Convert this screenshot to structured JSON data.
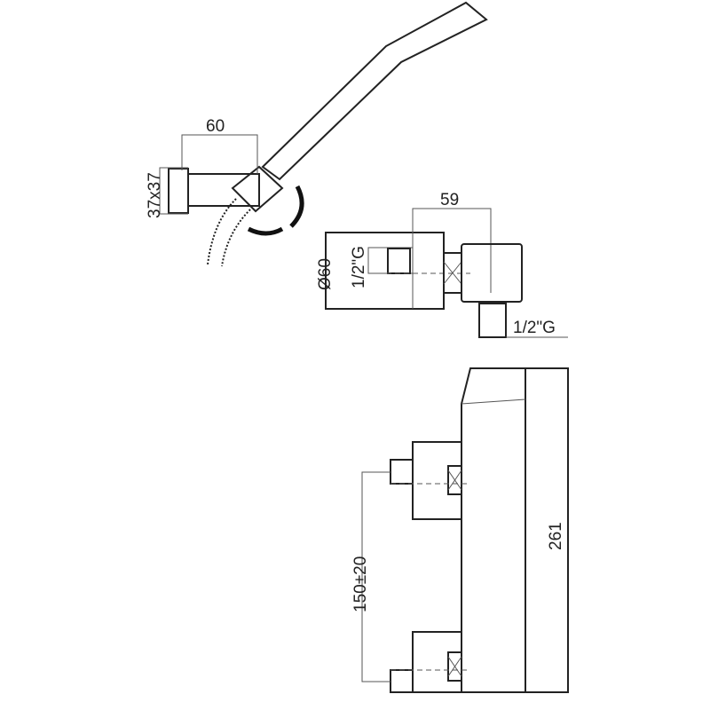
{
  "drawing": {
    "hand_shower": {
      "width_label": "60",
      "bracket_label": "37x37"
    },
    "top_view": {
      "depth_label": "59",
      "diameter_label": "Ø60",
      "inlet_label": "1/2\"G",
      "outlet_label": "1/2\"G"
    },
    "front_view": {
      "height_label": "261",
      "centres_label": "150±20"
    },
    "line_color": "#222222"
  }
}
